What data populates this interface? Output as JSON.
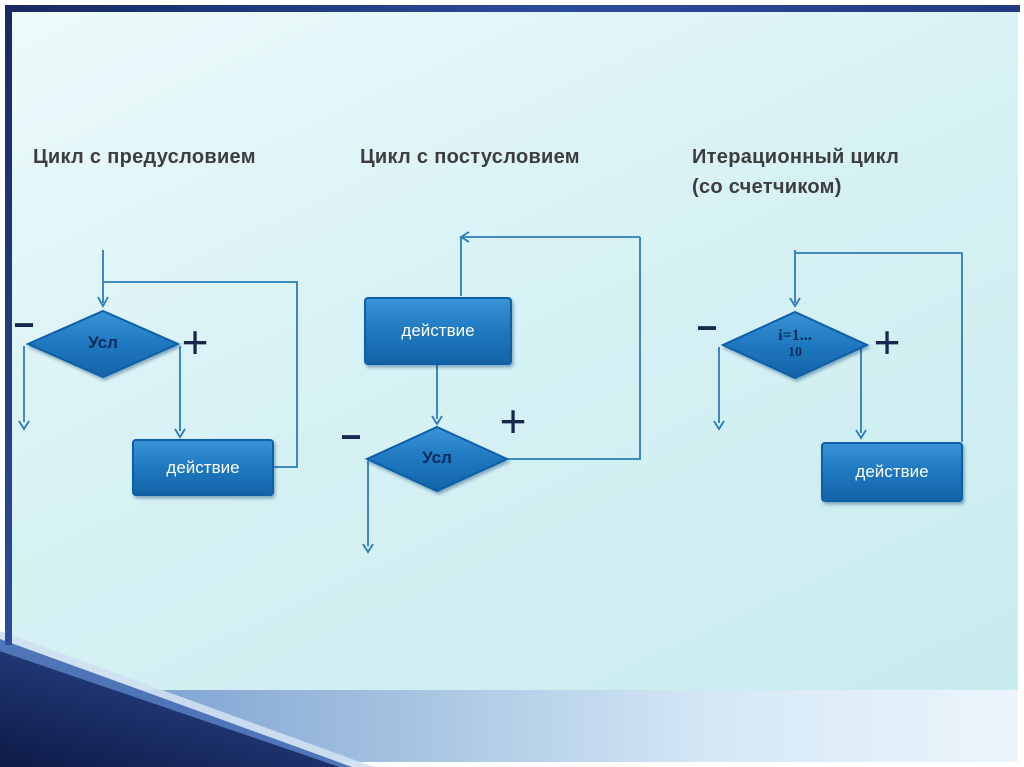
{
  "slide": {
    "title_precondition": "Цикл с предусловием",
    "title_postcondition": "Цикл с постусловием",
    "title_counter_line1": "Итерационный цикл",
    "title_counter_line2": "(со счетчиком)",
    "condition_label": "Усл",
    "action_label": "действие",
    "counter_condition_line1": "i=1...",
    "counter_condition_line2": "10",
    "plus_sign": "+",
    "minus_sign": "−",
    "colors": {
      "background": "#d8f2f5",
      "shape_fill_top": "#3a93d6",
      "shape_fill_bottom": "#1463a6",
      "shape_border": "#0f5fa8",
      "connector_line": "#2b7bc0",
      "sign_text": "#16294d",
      "title_text": "#3d3d3d",
      "condition_text": "#0a2c5c",
      "action_text": "#ffffff",
      "frame_navy": "#172a63"
    }
  }
}
